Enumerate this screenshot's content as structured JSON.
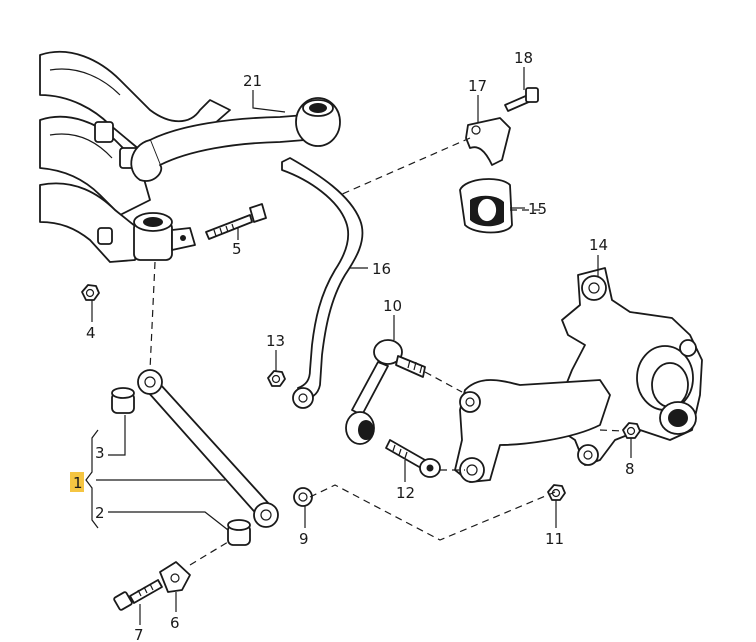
{
  "callouts": {
    "c1": "1",
    "c2": "2",
    "c3": "3",
    "c4": "4",
    "c5": "5",
    "c6": "6",
    "c7": "7",
    "c8": "8",
    "c9": "9",
    "c10": "10",
    "c11": "11",
    "c12": "12",
    "c13": "13",
    "c14": "14",
    "c15": "15",
    "c16": "16",
    "c17": "17",
    "c18": "18",
    "c21": "21"
  },
  "colors": {
    "line": "#1a1a1a",
    "highlight": "#f5c542",
    "background": "#ffffff"
  }
}
